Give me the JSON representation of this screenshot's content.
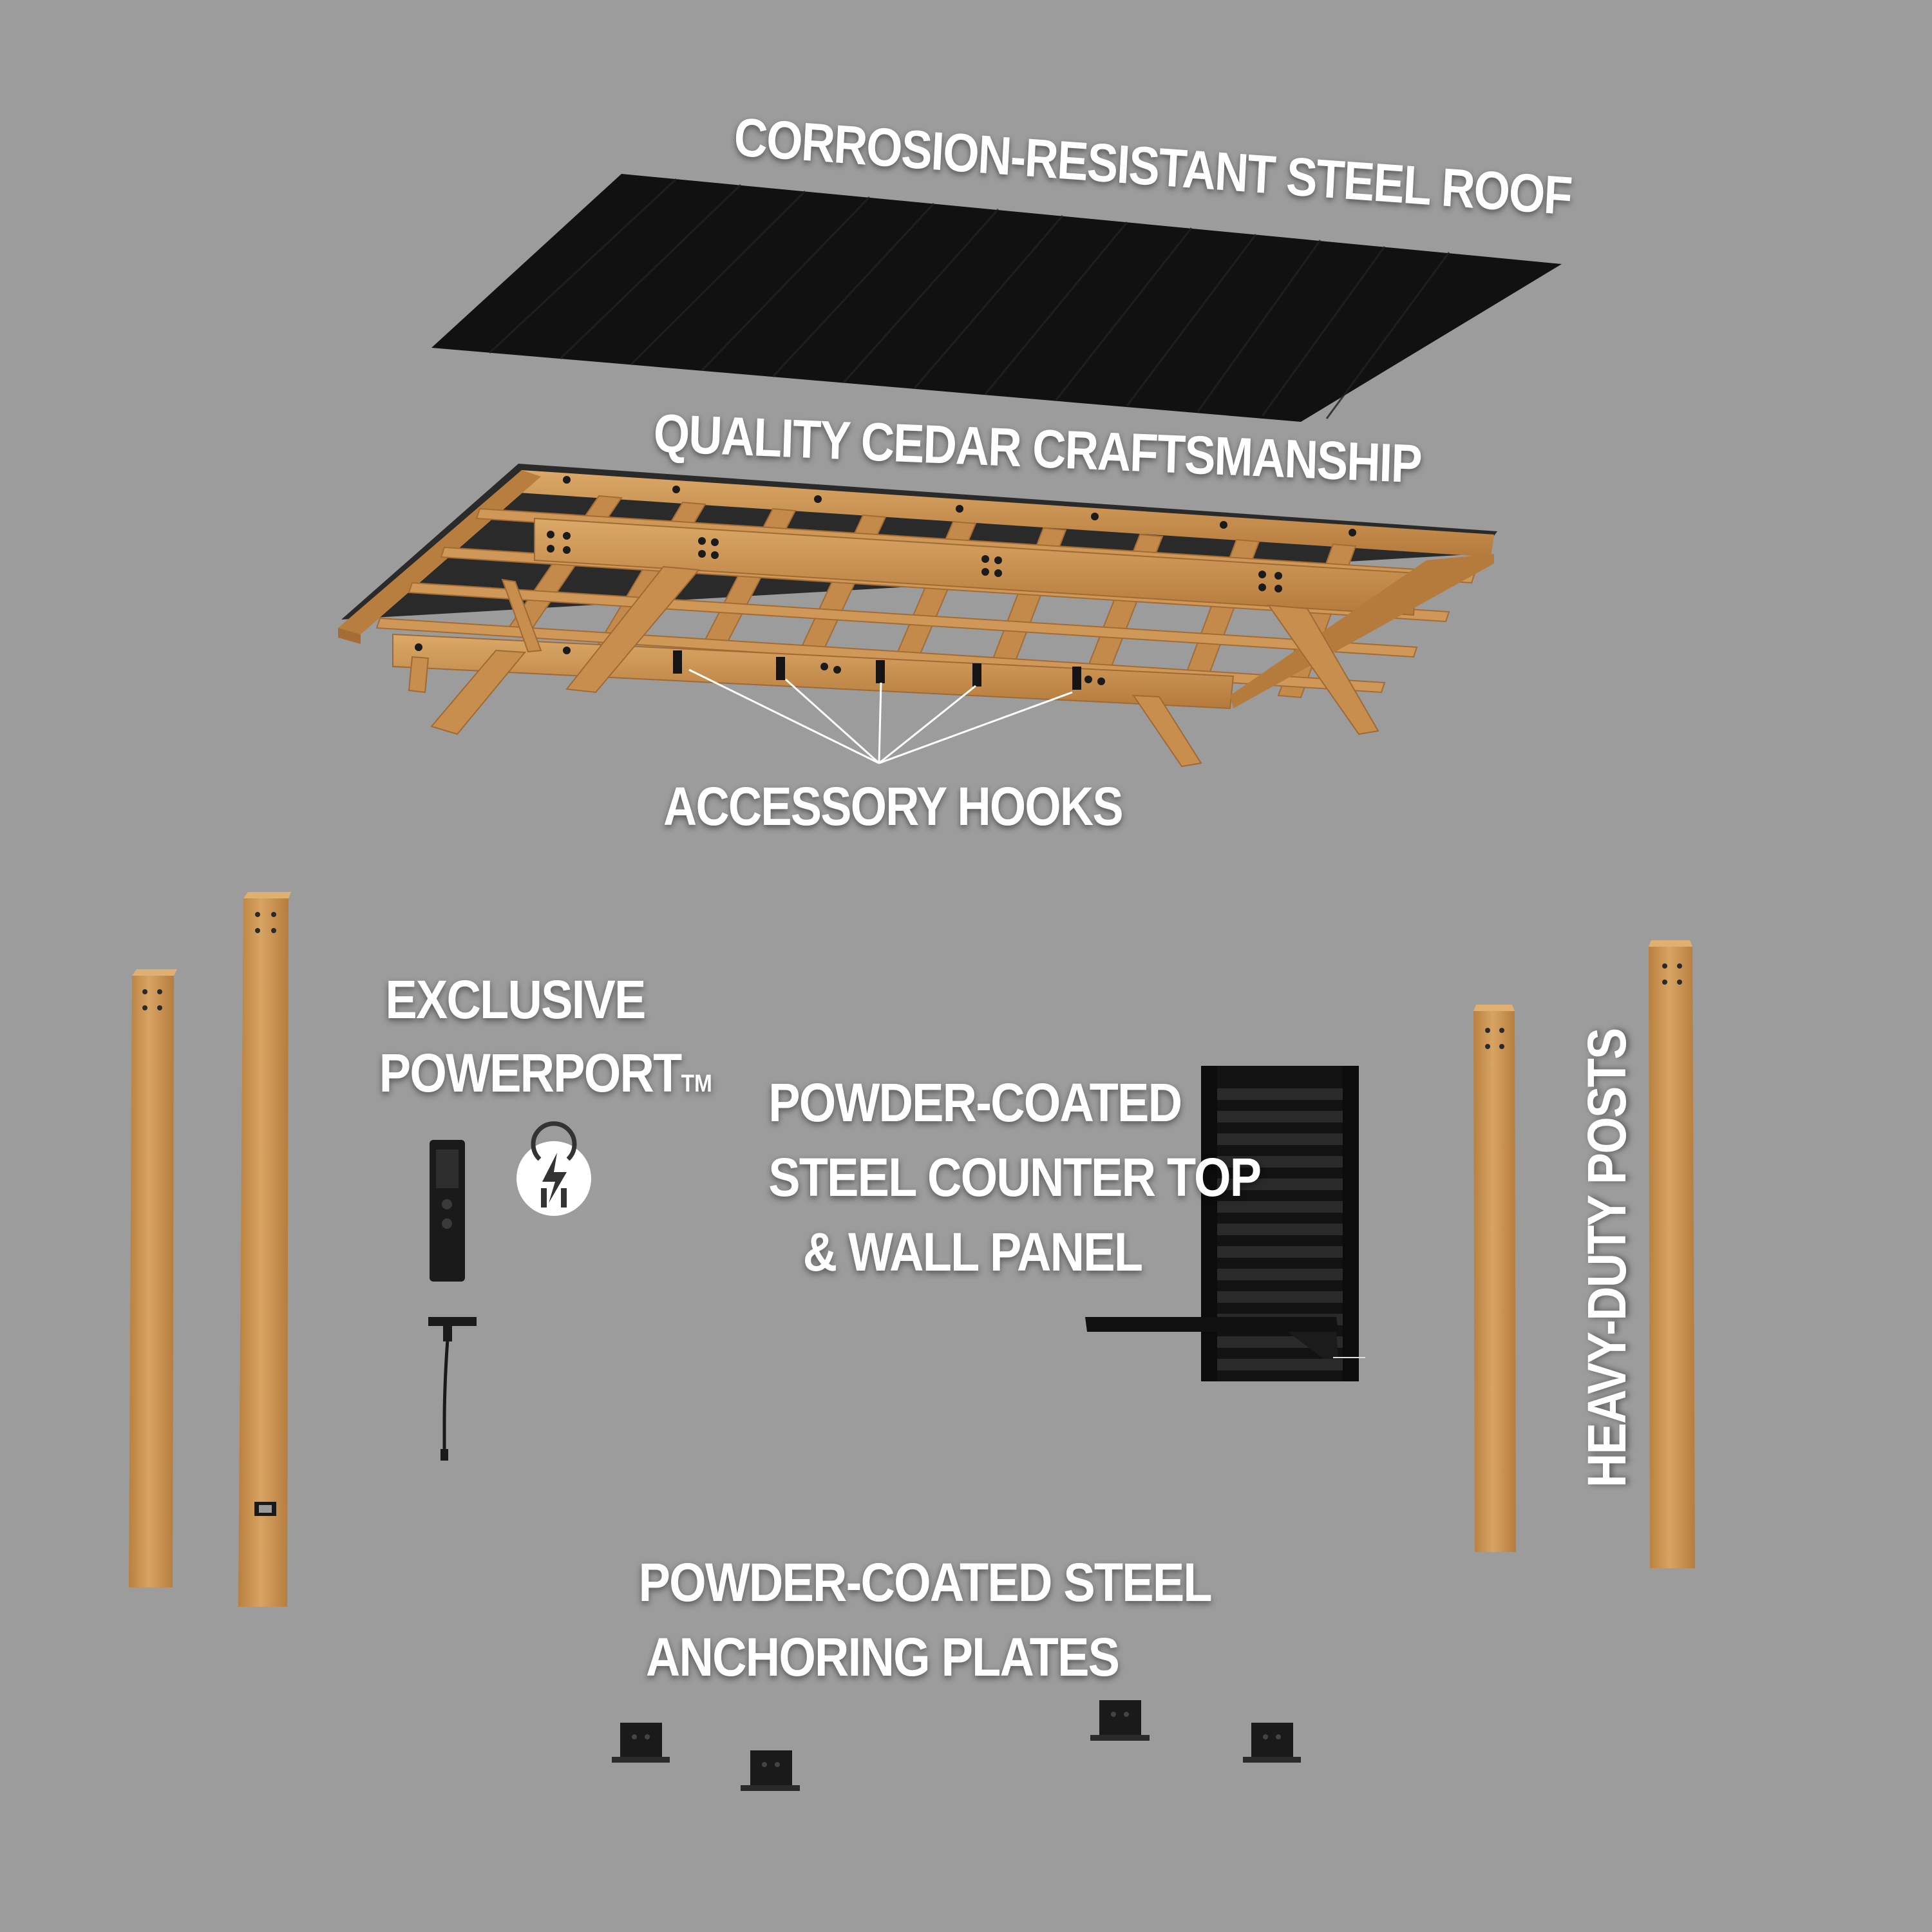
{
  "labels": {
    "roof": "CORROSION-RESISTANT STEEL ROOF",
    "cedar": "QUALITY CEDAR CRAFTSMANSHIP",
    "hooks": "ACCESSORY HOOKS",
    "powerport_line1": "EXCLUSIVE",
    "powerport_line2": "POWERPORT",
    "powerport_tm": "TM",
    "counter_line1": "POWDER-COATED",
    "counter_line2": "STEEL COUNTER TOP",
    "counter_line3": "& WALL PANEL",
    "posts": "HEAVY-DUTY POSTS",
    "plates_line1": "POWDER-COATED STEEL",
    "plates_line2": "ANCHORING PLATES"
  },
  "icons": {
    "power": "power-plug-icon"
  },
  "colors": {
    "background": "#9c9c9c",
    "cedar": "#c98f4f",
    "cedar_dark": "#a8713a",
    "steel": "#121212",
    "label": "#ffffff"
  }
}
